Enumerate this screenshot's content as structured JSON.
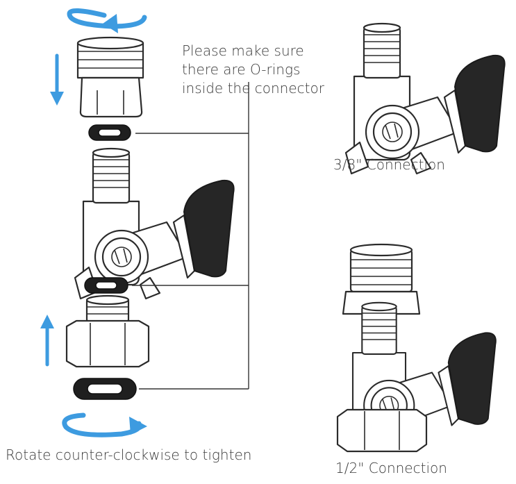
{
  "labels": {
    "note_line1": "Please make sure",
    "note_line2": "there are O-rings",
    "note_line3": "inside the connector",
    "caption_3_8": "3/8\" Connection",
    "caption_1_2": "1/2\" Connection",
    "rotate_instruction": "Rotate counter-clockwise to tighten"
  },
  "colors": {
    "arrow_blue": "#3d9be0",
    "outline": "#2b2b2b",
    "o_ring": "#1f1f1f",
    "text": "#3a3a3a"
  }
}
